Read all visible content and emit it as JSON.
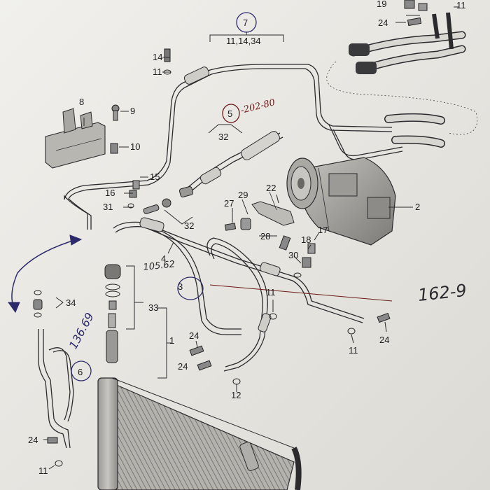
{
  "callouts": [
    {
      "id": "1",
      "text": "1"
    },
    {
      "id": "2",
      "text": "2"
    },
    {
      "id": "3",
      "text": "3"
    },
    {
      "id": "4",
      "text": "4"
    },
    {
      "id": "5",
      "text": "5"
    },
    {
      "id": "6",
      "text": "6"
    },
    {
      "id": "7",
      "text": "7"
    },
    {
      "id": "7sub",
      "text": "11,14,34"
    },
    {
      "id": "8",
      "text": "8"
    },
    {
      "id": "9",
      "text": "9"
    },
    {
      "id": "10",
      "text": "10"
    },
    {
      "id": "11a",
      "text": "11"
    },
    {
      "id": "11b",
      "text": "11"
    },
    {
      "id": "11c",
      "text": "11"
    },
    {
      "id": "11d",
      "text": "11"
    },
    {
      "id": "11e",
      "text": "11"
    },
    {
      "id": "12",
      "text": "12"
    },
    {
      "id": "14",
      "text": "14"
    },
    {
      "id": "15",
      "text": "15"
    },
    {
      "id": "16",
      "text": "16"
    },
    {
      "id": "17",
      "text": "17"
    },
    {
      "id": "18",
      "text": "18"
    },
    {
      "id": "19",
      "text": "19"
    },
    {
      "id": "22",
      "text": "22"
    },
    {
      "id": "24a",
      "text": "24"
    },
    {
      "id": "24b",
      "text": "24"
    },
    {
      "id": "24c",
      "text": "24"
    },
    {
      "id": "24d",
      "text": "24"
    },
    {
      "id": "24e",
      "text": "24"
    },
    {
      "id": "27",
      "text": "27"
    },
    {
      "id": "28",
      "text": "28"
    },
    {
      "id": "29",
      "text": "29"
    },
    {
      "id": "30",
      "text": "30"
    },
    {
      "id": "31",
      "text": "31"
    },
    {
      "id": "32a",
      "text": "32"
    },
    {
      "id": "32b",
      "text": "32"
    },
    {
      "id": "33",
      "text": "33"
    },
    {
      "id": "34",
      "text": "34"
    }
  ],
  "handwritten": {
    "note_top": "-202-80",
    "note_mid": "105.62",
    "note_left": "136.69",
    "note_right": "162-9"
  },
  "colors": {
    "paper": "#ecebe7",
    "ink": "#2b2b2e",
    "red_ink": "#6b1818",
    "blue_ink": "#2c2a6a"
  }
}
